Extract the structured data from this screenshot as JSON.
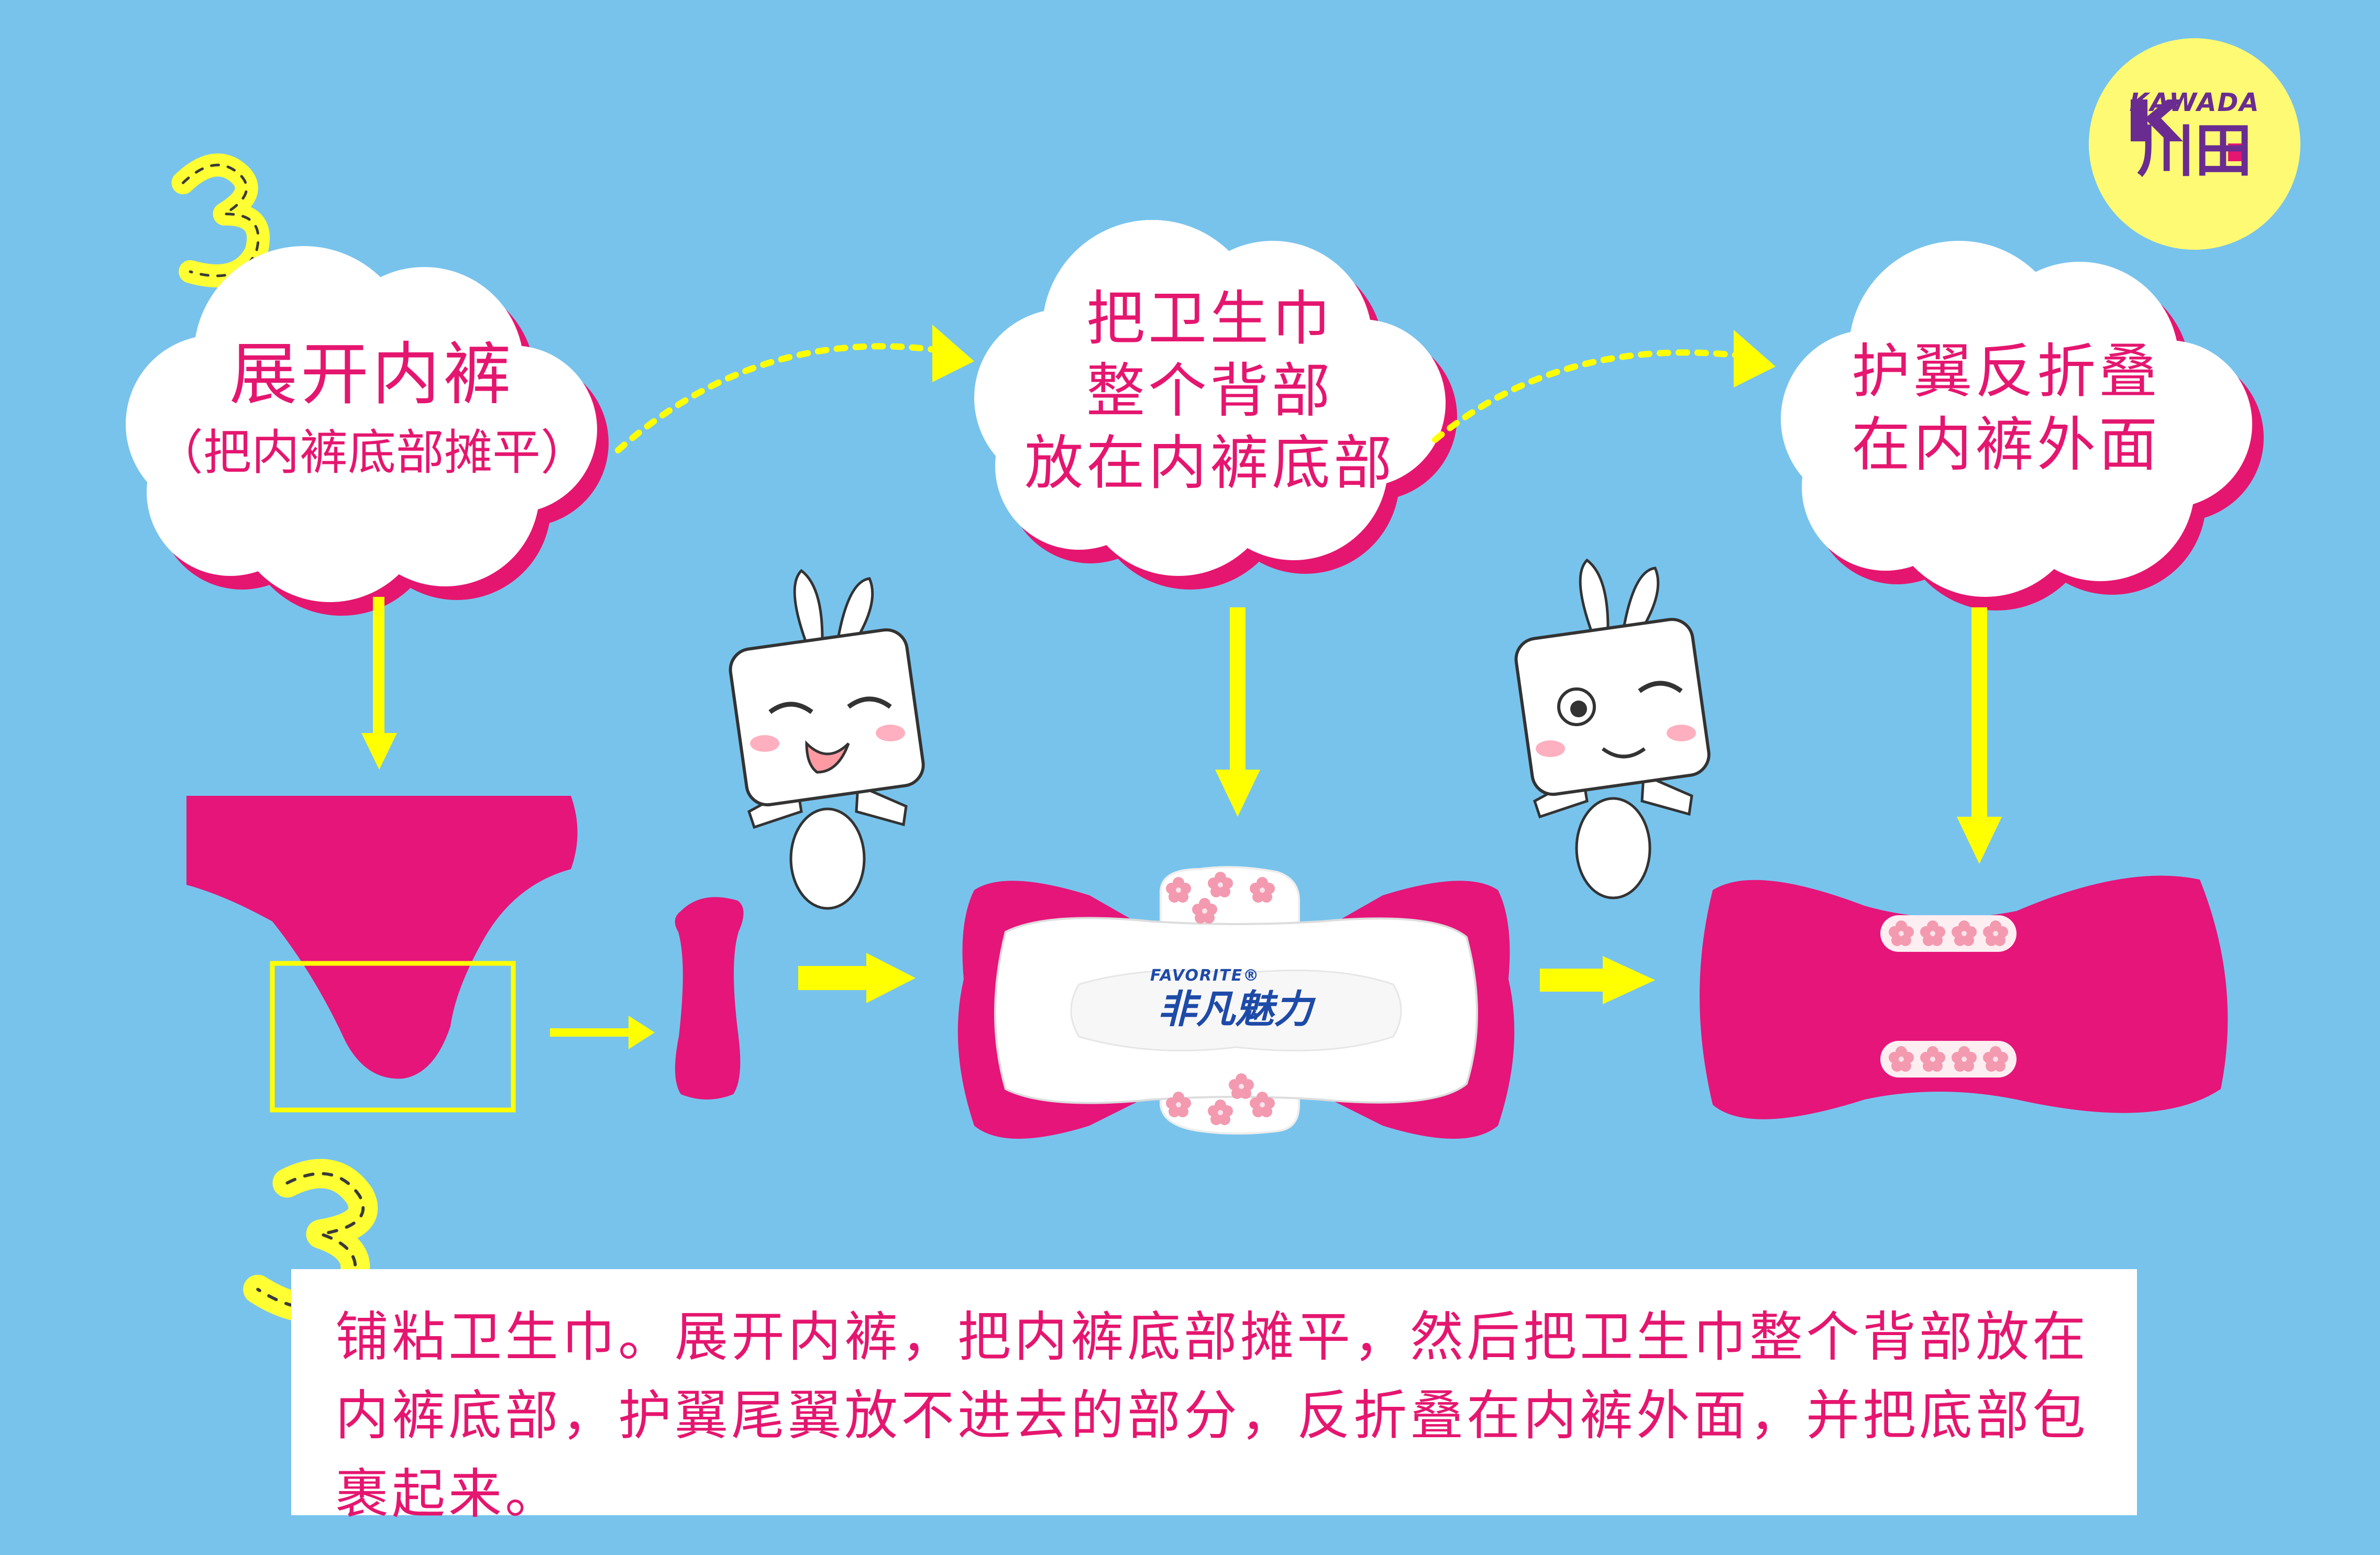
{
  "steps": [
    {
      "lines": [
        "展开内裤",
        "（把内裤底部摊平）"
      ]
    },
    {
      "lines": [
        "把卫生巾",
        "整个背部",
        "放在内裤底部"
      ]
    },
    {
      "lines": [
        "护翼反折叠",
        "在内裤外面"
      ]
    }
  ],
  "caption": "铺粘卫生巾。展开内裤，把内裤底部摊平，然后把卫生巾整个背部放在内裤底部，护翼尾翼放不进去的部分，反折叠在内裤外面，并把底部包裹起来。",
  "logo": {
    "latin": "KAWADA",
    "cn": "川田"
  },
  "brand": {
    "en": "FAVORITE®",
    "cn": "非凡魅力"
  },
  "step_number": "3",
  "colors": {
    "background": "#78c3ec",
    "accent_pink": "#e5166f",
    "arrow_yellow": "#ffff00",
    "logo_circle": "#fffa73",
    "logo_text": "#6a2c91"
  }
}
